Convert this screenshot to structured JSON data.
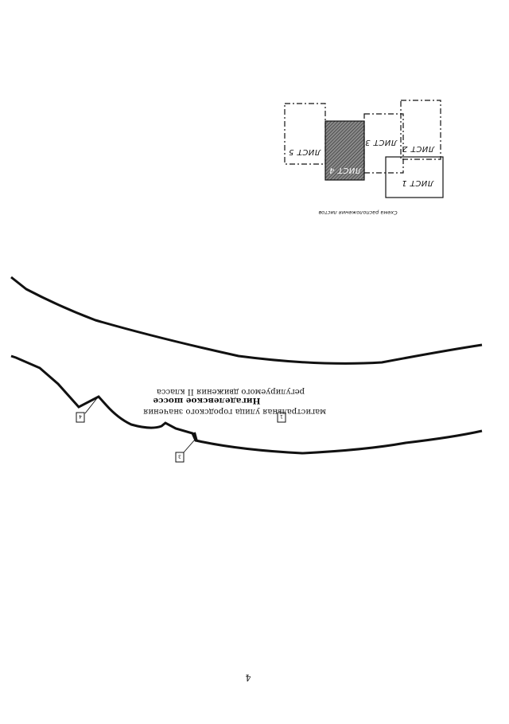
{
  "scheme": {
    "title": "Схема расположения листов",
    "sheets": [
      {
        "id": "sheet-5",
        "label": "ЛИСТ 5"
      },
      {
        "id": "sheet-4",
        "label": "ЛИСТ 4"
      },
      {
        "id": "sheet-3",
        "label": "ЛИСТ 3"
      },
      {
        "id": "sheet-2",
        "label": "ЛИСТ 2"
      },
      {
        "id": "sheet-1",
        "label": "ЛИСТ 1"
      }
    ]
  },
  "road": {
    "marker_number": "1",
    "name": "Нигаделевское шоссе",
    "description_line1": "магистральная улица городского значения",
    "description_line2": "регулируемого движения II класса"
  },
  "markers": [
    {
      "id": "marker-4",
      "number": "4"
    },
    {
      "id": "marker-3",
      "number": "3"
    }
  ],
  "page_number": "4",
  "colors": {
    "ink": "#111111",
    "hatch": "#555555"
  }
}
